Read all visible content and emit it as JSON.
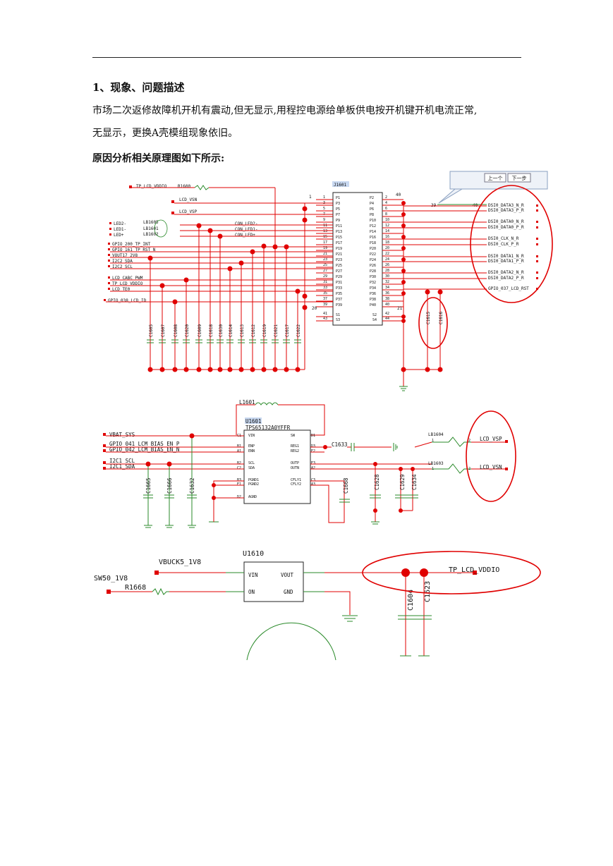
{
  "heading": "1、现象、问题描述",
  "paragraph_1": "市场二次返修故障机开机有震动,但无显示,用程控电源给单板供电按开机键开机电流正常,",
  "paragraph_2": "无显示，更换A壳模组现象依旧。",
  "caption": "原因分析相关原理图如下所示:",
  "toolbar": {
    "prev_label": "上一个",
    "next_label": "下一步"
  },
  "schematic1": {
    "connector_ref": "J1601",
    "left_nets": [
      "TP_LCD_VDDIO",
      "LCD_VSN",
      "LCD_VSP",
      "LED2-",
      "LED1-",
      "LED+",
      "GPIO_200_TP_INT",
      "GPIO_161_TP_RST_N",
      "VOUT17_2V8",
      "I2C2_SDA",
      "I2C2_SCL",
      "LCD_CABC_PWM",
      "TP_LCD_VDDIO",
      "LCD_TE0",
      "GPIO_038_LCD_ID"
    ],
    "resistor_ref": "R1600",
    "led_beads": [
      "LB1605",
      "LB1601",
      "LB1602"
    ],
    "con_labels": [
      "CON_LED2-",
      "CON_LED1-",
      "CON_LED+"
    ],
    "right_nets": [
      "DSI0_DATA3_N_R",
      "DSI0_DATA3_P_R",
      "DSI0_DATA0_N_R",
      "DSI0_DATA0_P_R",
      "DSI0_CLK_N_R",
      "DSI0_CLK_P_R",
      "DSI0_DATA1_N_R",
      "DSI0_DATA1_P_R",
      "DSI0_DATA2_N_R",
      "DSI0_DATA2_P_R",
      "GPIO_037_LCD_RST"
    ],
    "left_pins": [
      "P1",
      "P3",
      "P5",
      "P7",
      "P9",
      "P11",
      "P13",
      "P15",
      "P17",
      "P19",
      "P21",
      "P23",
      "P25",
      "P27",
      "P29",
      "P31",
      "P33",
      "P35",
      "P37",
      "P39"
    ],
    "left_pin_nums": [
      "1",
      "3",
      "5",
      "7",
      "9",
      "11",
      "13",
      "15",
      "17",
      "19",
      "21",
      "23",
      "25",
      "27",
      "29",
      "31",
      "33",
      "35",
      "37",
      "39"
    ],
    "right_pins": [
      "P2",
      "P4",
      "P6",
      "P8",
      "P10",
      "P12",
      "P14",
      "P16",
      "P18",
      "P20",
      "P22",
      "P24",
      "P26",
      "P28",
      "P30",
      "P32",
      "P34",
      "P36",
      "P38",
      "P40"
    ],
    "right_pin_nums": [
      "2",
      "4",
      "6",
      "8",
      "10",
      "12",
      "14",
      "16",
      "18",
      "20",
      "22",
      "24",
      "26",
      "28",
      "30",
      "32",
      "34",
      "36",
      "38",
      "40"
    ],
    "shield_pins": [
      "S1",
      "S3",
      "S2",
      "S4"
    ],
    "shield_nums": [
      "41",
      "43",
      "42",
      "44"
    ],
    "numbers": [
      "1",
      "40",
      "39",
      "40",
      "20",
      "21"
    ],
    "capacitors": [
      "C1605",
      "C1607",
      "C1608",
      "C1620",
      "C1609",
      "C1618",
      "C1630",
      "C1614",
      "C1613",
      "C1612",
      "C1619",
      "C1621",
      "C1617",
      "C1622"
    ],
    "right_caps": [
      "C1615",
      "C1616"
    ]
  },
  "schematic2": {
    "inductor": "L1601",
    "ic_ref": "U1601",
    "ic_part": "TPS65132A0YFFR",
    "left_nets": [
      "VBAT_SYS",
      "GPIO_041_LCM_BIAS_EN_P",
      "GPIO_042_LCM_BIAS_EN_N",
      "I2C1_SCL",
      "I2C1_SDA"
    ],
    "left_balls": [
      "C1",
      "B1",
      "A1",
      "B2",
      "C2",
      "B3",
      "E1",
      "D2"
    ],
    "left_pins": [
      "VIN",
      "ENP",
      "ENN",
      "SCL",
      "SDA",
      "PGND1",
      "PGND2",
      "AGND"
    ],
    "right_balls": [
      "D1",
      "D3",
      "E2",
      "E3",
      "A2",
      "C3",
      "A3"
    ],
    "right_pins": [
      "SW",
      "REG1",
      "REG2",
      "OUTP",
      "OUTN",
      "CFLY1",
      "CFLY2"
    ],
    "caps": [
      "C1665",
      "C1666",
      "C1632",
      "C1633",
      "C1668",
      "C1628",
      "C1629",
      "C1634"
    ],
    "beads": [
      "LB1604",
      "LB1603"
    ],
    "outputs": [
      "LCD_VSP",
      "LCD_VSN"
    ],
    "bead_pins": [
      "1",
      "2",
      "1",
      "2"
    ]
  },
  "schematic3": {
    "ic_ref": "U1610",
    "vin_net": "VBUCK5_1V8",
    "sw_net": "SW50_1V8",
    "resistor": "R1668",
    "pins": [
      "VIN",
      "VOUT",
      "ON",
      "GND"
    ],
    "output_net": "TP_LCD_VDDIO",
    "caps": [
      "C1604",
      "C1623"
    ]
  }
}
